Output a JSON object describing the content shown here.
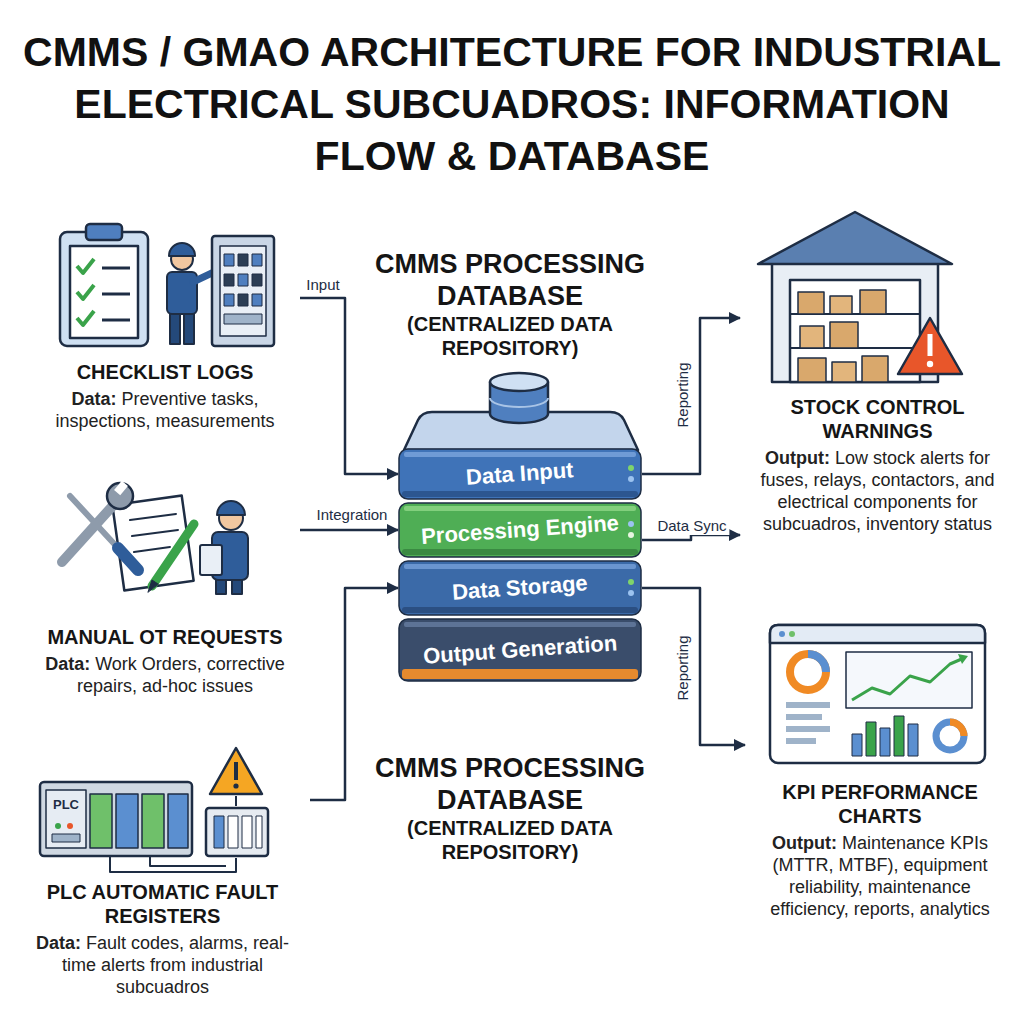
{
  "diagram": {
    "title": "CMMS / GMAO ARCHITECTURE FOR INDUSTRIAL ELECTRICAL SUBCUADROS: INFORMATION FLOW & DATABASE",
    "nodes": [
      {
        "text": [
          "CHECKLIST LOGS",
          "Data:",
          "Preventive tasks, inspections, measurements"
        ]
      },
      {
        "text": [
          "MANUAL OT REQUESTS",
          "Data:",
          "Work Orders, corrective repairs, ad-hoc issues"
        ]
      },
      {
        "text": [
          "PLC AUTOMATIC FAULT REGISTERS",
          "Data:",
          "Fault codes, alarms, real-time alerts from industrial subcuadros"
        ]
      },
      {
        "text": [
          "CMMS PROCESSING DATABASE",
          "(CENTRALIZED DATA REPOSITORY)",
          "CMMS PROCESSING DATABASE",
          "(CENTRALIZED DATA REPOSITORY)"
        ]
      },
      {
        "text": [
          "Data Input"
        ],
        "in": 3
      },
      {
        "text": [
          "Processing Engine"
        ],
        "in": 3
      },
      {
        "text": [
          "Data Storage"
        ],
        "in": 3
      },
      {
        "text": [
          "Output Generation"
        ],
        "in": 3
      },
      {
        "text": [
          "STOCK CONTROL WARNINGS",
          "Output:",
          "Low stock alerts for fuses, relays, contactors, and electrical components for subcuadros, inventory status"
        ]
      },
      {
        "text": [
          "KPI PERFORMANCE CHARTS",
          "Output:",
          "Maintenance KPIs (MTTR, MTBF), equipment reliability, maintenance efficiency, reports, analytics"
        ]
      }
    ],
    "edges": [
      {
        "from": 0,
        "to": 4,
        "arrow": "to",
        "label": "Input"
      },
      {
        "from": 1,
        "to": 5,
        "arrow": "to",
        "label": "Integration"
      },
      {
        "from": 2,
        "to": 6,
        "arrow": "to"
      },
      {
        "from": 4,
        "to": 8,
        "arrow": "to",
        "label": "Reporting"
      },
      {
        "from": 5,
        "to": 8,
        "arrow": "to",
        "label": "Data Sync"
      },
      {
        "from": 6,
        "to": 9,
        "arrow": "to",
        "label": "Reporting"
      }
    ],
    "labels": [
      "PLC"
    ]
  }
}
